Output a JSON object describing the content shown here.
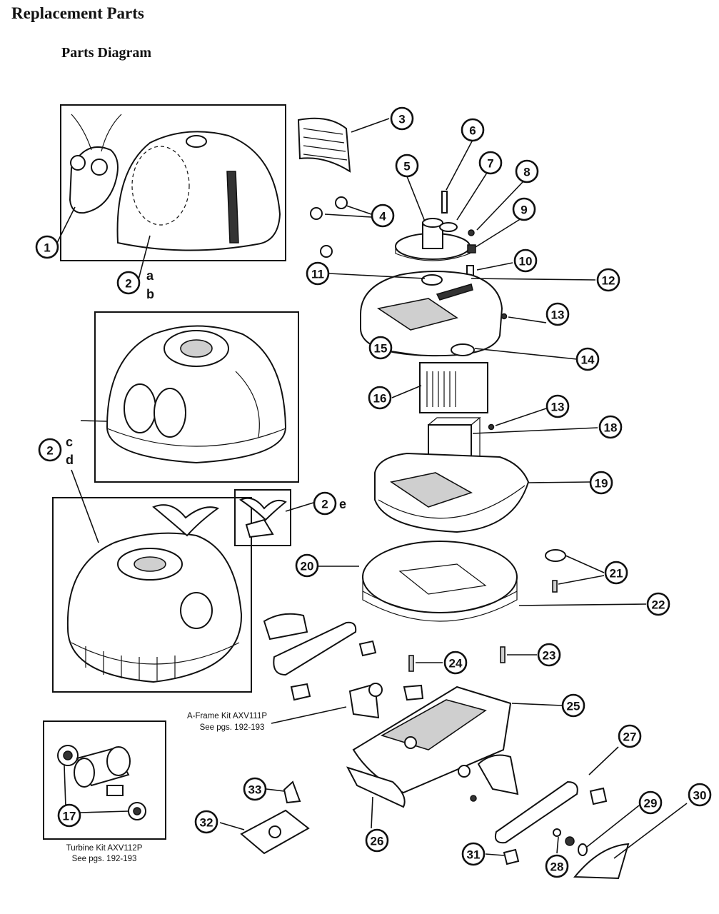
{
  "header": {
    "title": "Replacement Parts",
    "subtitle": "Parts Diagram"
  },
  "callouts": [
    "1",
    "2",
    "3",
    "4",
    "5",
    "6",
    "7",
    "8",
    "9",
    "10",
    "11",
    "12",
    "13",
    "14",
    "15",
    "16",
    "17",
    "18",
    "19",
    "20",
    "21",
    "22",
    "23",
    "24",
    "25",
    "26",
    "27",
    "28",
    "29",
    "30",
    "31",
    "32",
    "33"
  ],
  "letters": {
    "a": "a",
    "b": "b",
    "c": "c",
    "d": "d",
    "e": "e"
  },
  "kits": {
    "aframe_line1": "A-Frame Kit  AXV111P",
    "aframe_line2": "See pgs. 192-193",
    "turbine_line1": "Turbine Kit AXV112P",
    "turbine_line2": "See pgs. 192-193"
  }
}
